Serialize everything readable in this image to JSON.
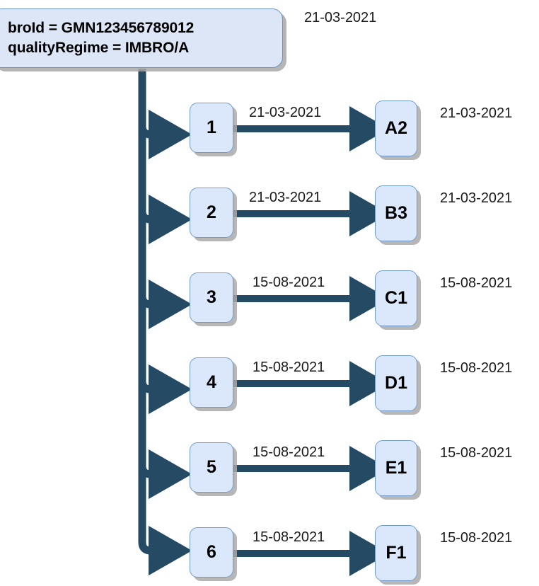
{
  "diagram": {
    "title_date": "21-03-2021",
    "root": {
      "lines": [
        "broId = GMN123456789012",
        "qualityRegime = IMBRO/A"
      ]
    },
    "colors": {
      "node_fill": "#dbe7fa",
      "node_border": "#6f9ad0",
      "root_fill": "#dce6f7",
      "root_border": "#6a93c4",
      "connector": "#254a63",
      "shadow": "#aaaaaa",
      "text": "#000000"
    },
    "rows": [
      {
        "left_label": "1",
        "edge_date": "21-03-2021",
        "right_label": "A2",
        "side_date": "21-03-2021"
      },
      {
        "left_label": "2",
        "edge_date": "21-03-2021",
        "right_label": "B3",
        "side_date": "21-03-2021"
      },
      {
        "left_label": "3",
        "edge_date": "15-08-2021",
        "right_label": "C1",
        "side_date": "15-08-2021"
      },
      {
        "left_label": "4",
        "edge_date": "15-08-2021",
        "right_label": "D1",
        "side_date": "15-08-2021"
      },
      {
        "left_label": "5",
        "edge_date": "15-08-2021",
        "right_label": "E1",
        "side_date": "15-08-2021"
      },
      {
        "left_label": "6",
        "edge_date": "15-08-2021",
        "right_label": "F1",
        "side_date": "15-08-2021"
      }
    ]
  }
}
